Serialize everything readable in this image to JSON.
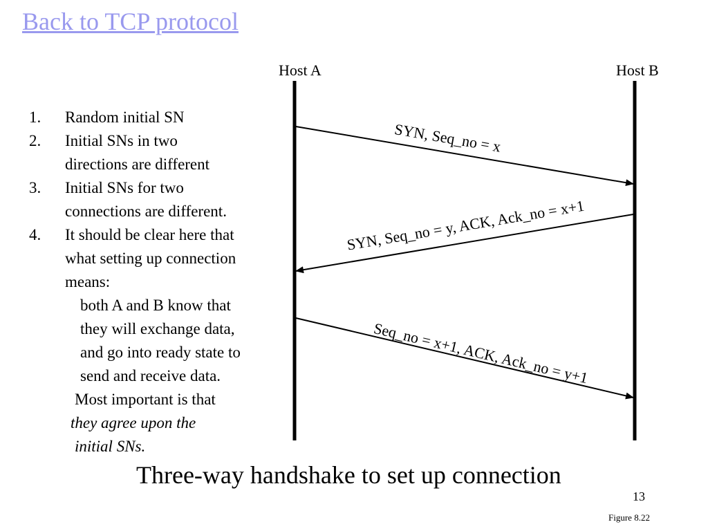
{
  "header": {
    "back_link": "Back to TCP protocol"
  },
  "hosts": {
    "a": "Host A",
    "b": "Host B"
  },
  "messages": [
    "SYN, Seq_no = x",
    "SYN, Seq_no = y, ACK, Ack_no = x+1",
    "Seq_no = x+1, ACK, Ack_no = y+1"
  ],
  "notes": [
    {
      "num": "1.",
      "lines": [
        "Random initial SN"
      ]
    },
    {
      "num": "2.",
      "lines": [
        "Initial SNs in two",
        "directions are different"
      ]
    },
    {
      "num": "3.",
      "lines": [
        "Initial SNs for two",
        "connections are different."
      ]
    },
    {
      "num": "4.",
      "lines": [
        "It should be clear here that",
        "what setting up connection",
        "means:"
      ]
    }
  ],
  "sub_notes": [
    "both A and B know that",
    "they will exchange data,",
    "and go into ready state to",
    "send and receive data."
  ],
  "emphasis": {
    "line1": "Most important is that",
    "line2": "they agree upon the",
    "line3": "initial SNs."
  },
  "caption": "Three-way handshake to set up connection",
  "page_number": "13",
  "figure_ref": "Figure 8.22"
}
